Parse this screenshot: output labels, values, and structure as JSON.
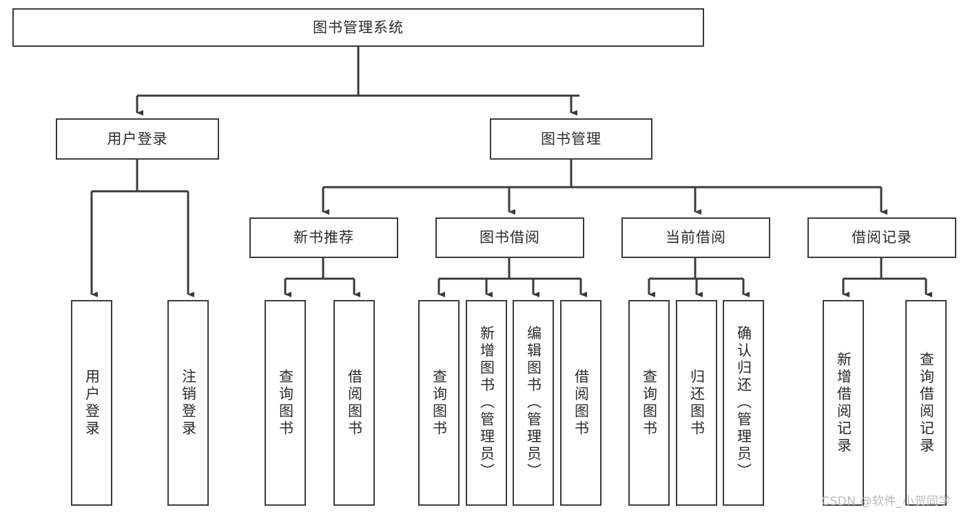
{
  "diagram": {
    "title": "图书管理系统",
    "type": "tree-hierarchy-diagram",
    "stroke_color": "#3a3a3a",
    "text_color": "#2b2b2b",
    "background_color": "#ffffff",
    "watermark": "CSDN @软件_小贺同学",
    "nodes": {
      "root": "图书管理系统",
      "level2": {
        "user_login": "用户登录",
        "book_manage": "图书管理"
      },
      "level3": {
        "new_book_recommend": "新书推荐",
        "book_borrow": "图书借阅",
        "current_borrow": "当前借阅",
        "borrow_record": "借阅记录"
      },
      "leaves": {
        "user_login_1": "用户登录",
        "user_login_2": "注销登录",
        "recommend_1": "查询图书",
        "recommend_2": "借阅图书",
        "borrow_1": "查询图书",
        "borrow_2": "新增图书（管理员）",
        "borrow_3": "编辑图书（管理员）",
        "borrow_4": "借阅图书",
        "current_1": "查询图书",
        "current_2": "归还图书",
        "current_3": "确认归还（管理员）",
        "record_1": "新增借阅记录",
        "record_2": "查询借阅记录"
      }
    }
  }
}
